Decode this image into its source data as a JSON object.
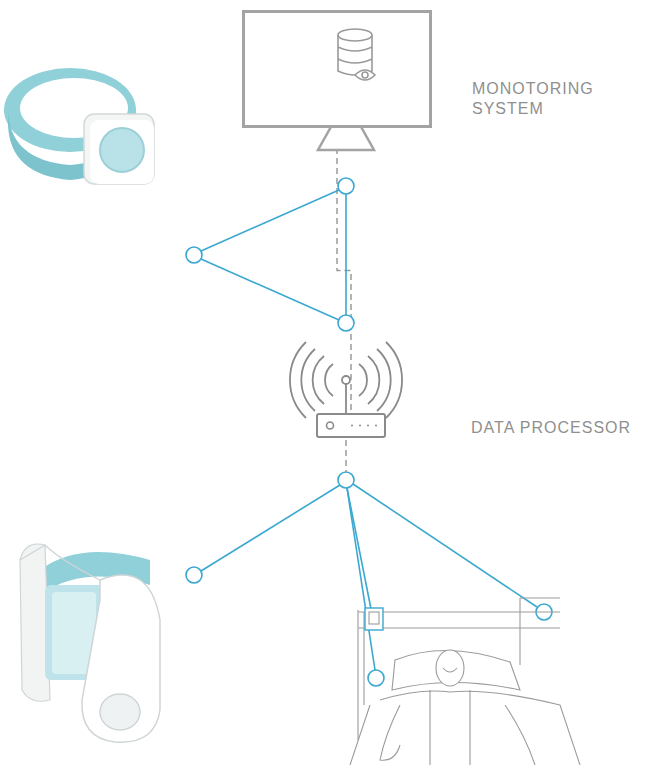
{
  "diagram": {
    "nodes": [
      {
        "text": [
          "MONOTORING SYSTEM"
        ]
      },
      {
        "text": [
          "DATA PROCESSOR"
        ]
      }
    ],
    "edges": [
      {
        "from": 0,
        "to": 1,
        "arrow": "none"
      }
    ]
  }
}
